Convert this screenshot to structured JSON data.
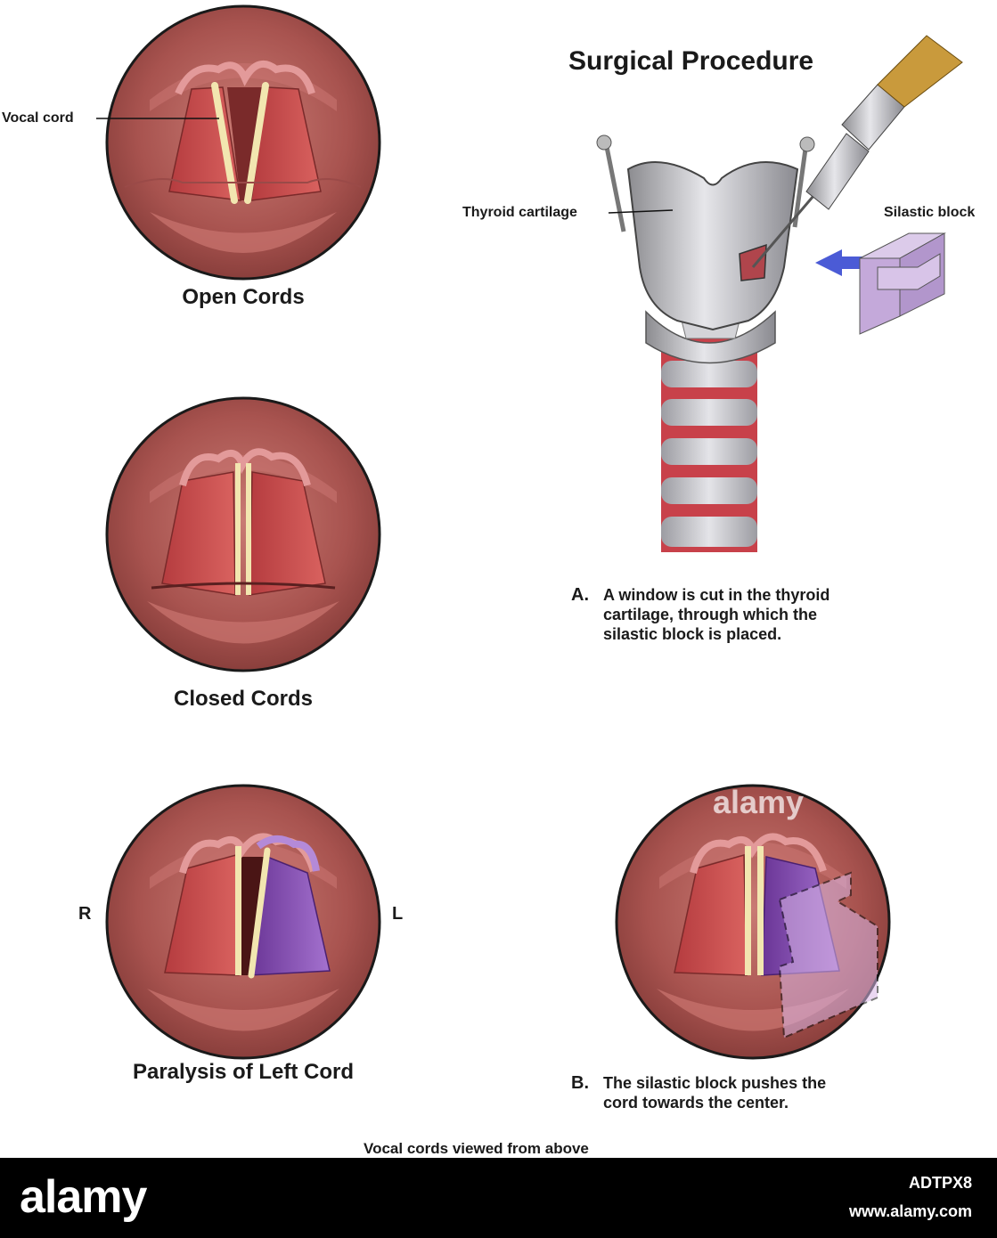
{
  "labels": {
    "vocal_cord": "Vocal cord",
    "open_cords": "Open Cords",
    "closed_cords": "Closed Cords",
    "paralysis": "Paralysis of Left Cord",
    "right": "R",
    "left": "L",
    "title": "Surgical Procedure",
    "thyroid_cartilage": "Thyroid cartilage",
    "silastic_block": "Silastic block",
    "footer_caption": "Vocal cords viewed from above"
  },
  "notes": {
    "a_letter": "A.",
    "a_text": "A window is cut in the thyroid\ncartilage, through which the\nsilastic block is placed.",
    "b_letter": "B.",
    "b_text": "The silastic block pushes the\ncord towards the center."
  },
  "watermark": {
    "logo": "alamy",
    "image_code": "ADTPX8",
    "url": "www.alamy.com"
  },
  "colors": {
    "tissue": "#a0504d",
    "fold": "#c8504f",
    "cord": "#f2e6b0",
    "paralyzed": "#7a3f9e",
    "arrow": "#4b5bd6",
    "block": "#c9b3dc"
  }
}
